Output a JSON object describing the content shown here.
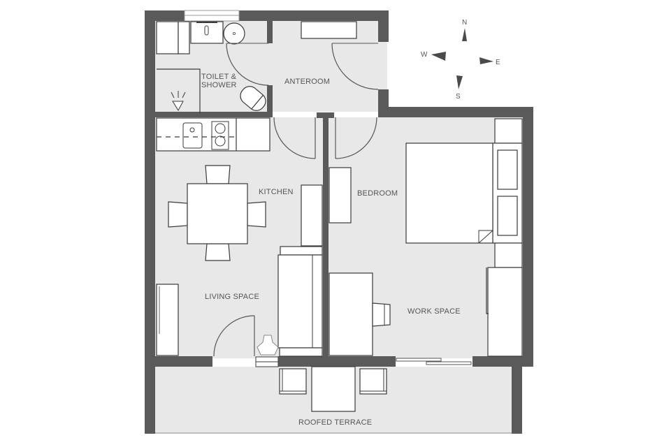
{
  "floorplan": {
    "colors": {
      "wall": "#5a5a5a",
      "floor": "#e8e8e8",
      "furniture": "#ffffff",
      "label": "#555555"
    },
    "rooms": {
      "toilet_line1": "TOILET &",
      "toilet_line2": "SHOWER",
      "anteroom": "ANTEROOM",
      "kitchen": "KITCHEN",
      "bedroom": "BEDROOM",
      "living_space": "LIVING SPACE",
      "work_space": "WORK SPACE",
      "roofed_terrace": "ROOFED TERRACE"
    },
    "compass": {
      "north": "N",
      "south": "S",
      "east": "E",
      "west": "W"
    }
  }
}
